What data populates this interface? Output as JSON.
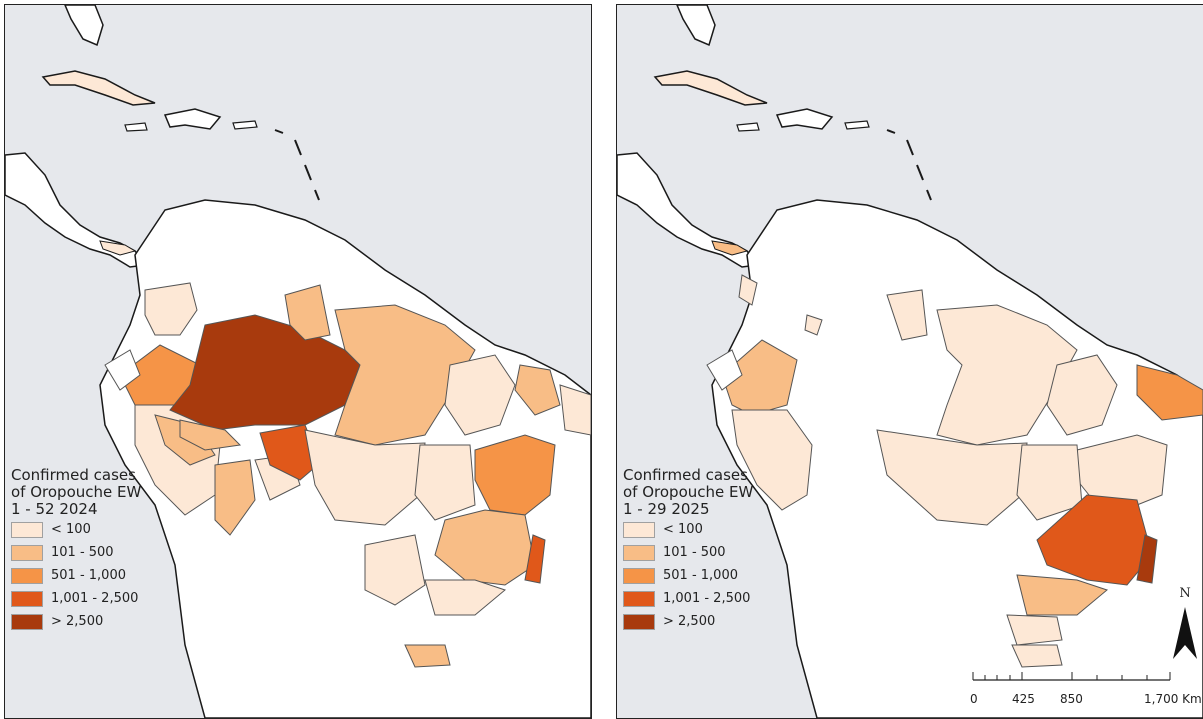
{
  "maps": [
    {
      "legend_title_line1": "Confirmed cases",
      "legend_title_line2": "of Oropouche EW",
      "legend_title_line3": "1 - 52 2024"
    },
    {
      "legend_title_line1": "Confirmed cases",
      "legend_title_line2": "of Oropouche EW",
      "legend_title_line3": "1 - 29 2025"
    }
  ],
  "legend_classes": [
    {
      "label": "< 100",
      "color": "#fde8d6"
    },
    {
      "label": "101 - 500",
      "color": "#f8bd86"
    },
    {
      "label": "501 - 1,000",
      "color": "#f59447"
    },
    {
      "label": "1,001 - 2,500",
      "color": "#e0581a"
    },
    {
      "label": "> 2,500",
      "color": "#a83a0d"
    }
  ],
  "colors": {
    "water": "#e6e8ec",
    "land_no_data": "#ffffff",
    "border": "#1a1a1a"
  },
  "north_arrow": {
    "label": "N"
  },
  "scale_bar": {
    "labels": [
      "0",
      "425",
      "850",
      "1,700 Km"
    ]
  }
}
